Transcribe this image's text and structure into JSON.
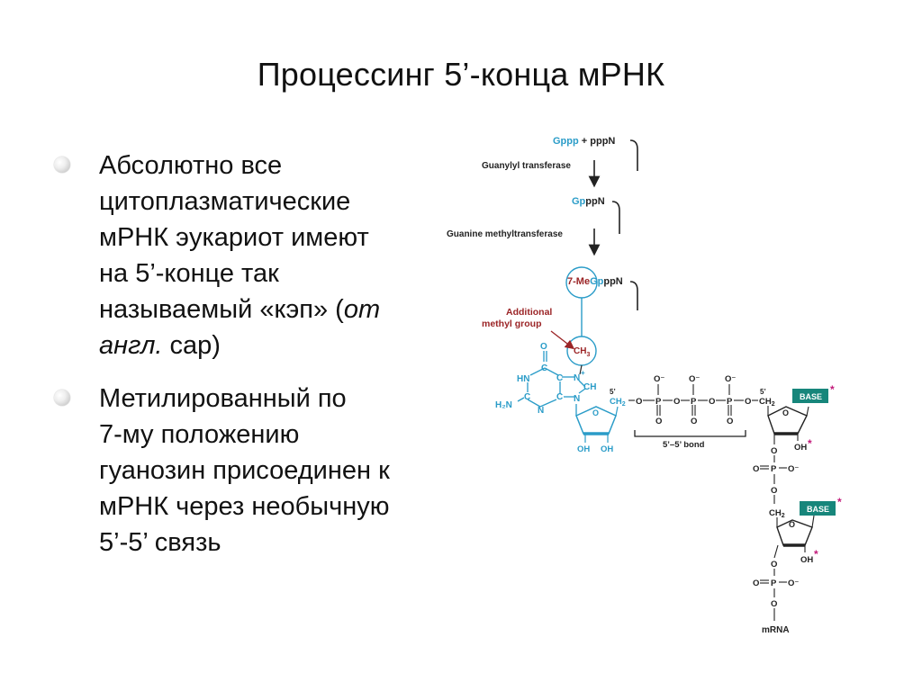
{
  "slide": {
    "title": "Процессинг 5’-конца мРНК"
  },
  "bullets": [
    {
      "lines": [
        "Абсолютно все",
        "цитоплазматические",
        "мРНК эукариот имеют",
        "на 5’-конце так"
      ],
      "line5_a": "называемый «кэп» (",
      "line5_b": "от",
      "line6_a": "англ.",
      "line6_b": " cap)"
    },
    {
      "lines": [
        "Метилированный по",
        "7-му положению",
        "гуанозин присоединен к",
        "мРНК через необычную",
        "5’-5’ связь"
      ]
    }
  ],
  "diagram": {
    "step1": {
      "g": "Gppp",
      "plus": " + pppN"
    },
    "enzyme1": "Guanylyl transferase",
    "step2": {
      "g": "Gp",
      "rest": "ppN"
    },
    "enzyme2": "Guanine methyltransferase",
    "step3": {
      "pre": "7-Me",
      "g": "Gp",
      "rest": "ppN"
    },
    "callout": [
      "Additional",
      "methyl group"
    ],
    "ch3": "CH",
    "ch3_sub": "3",
    "nh": "HN",
    "h2n": "H₂N",
    "o_top": "O",
    "c": "C",
    "n": "N",
    "n_plus": "N",
    "plus": "+",
    "ch": "CH",
    "oh": "OH",
    "ch2": "CH",
    "ch2_sub": "2",
    "prime5": "5’",
    "o": "O",
    "ominus": "O⁻",
    "p": "P",
    "bond": "5’–5’ bond",
    "base": "BASE",
    "star": "*",
    "mrna": "mRNA",
    "colors": {
      "teal": "#2a9cc8",
      "maroon": "#9b2426",
      "black": "#222222",
      "base_box": "#17867b",
      "star": "#c21a7a"
    }
  }
}
